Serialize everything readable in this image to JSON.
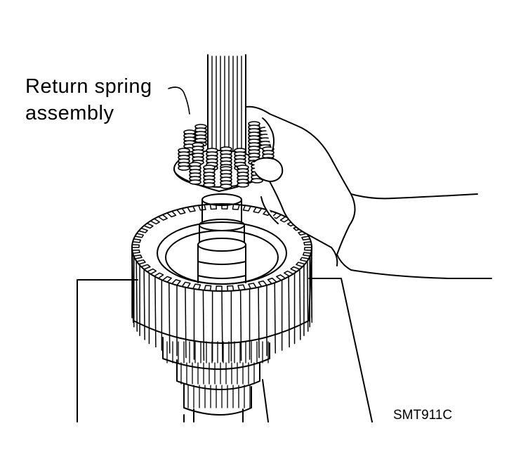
{
  "callout": {
    "line1": "Return spring",
    "line2": "assembly"
  },
  "figure_code": "SMT911C",
  "colors": {
    "ink": "#000000",
    "paper": "#ffffff"
  }
}
